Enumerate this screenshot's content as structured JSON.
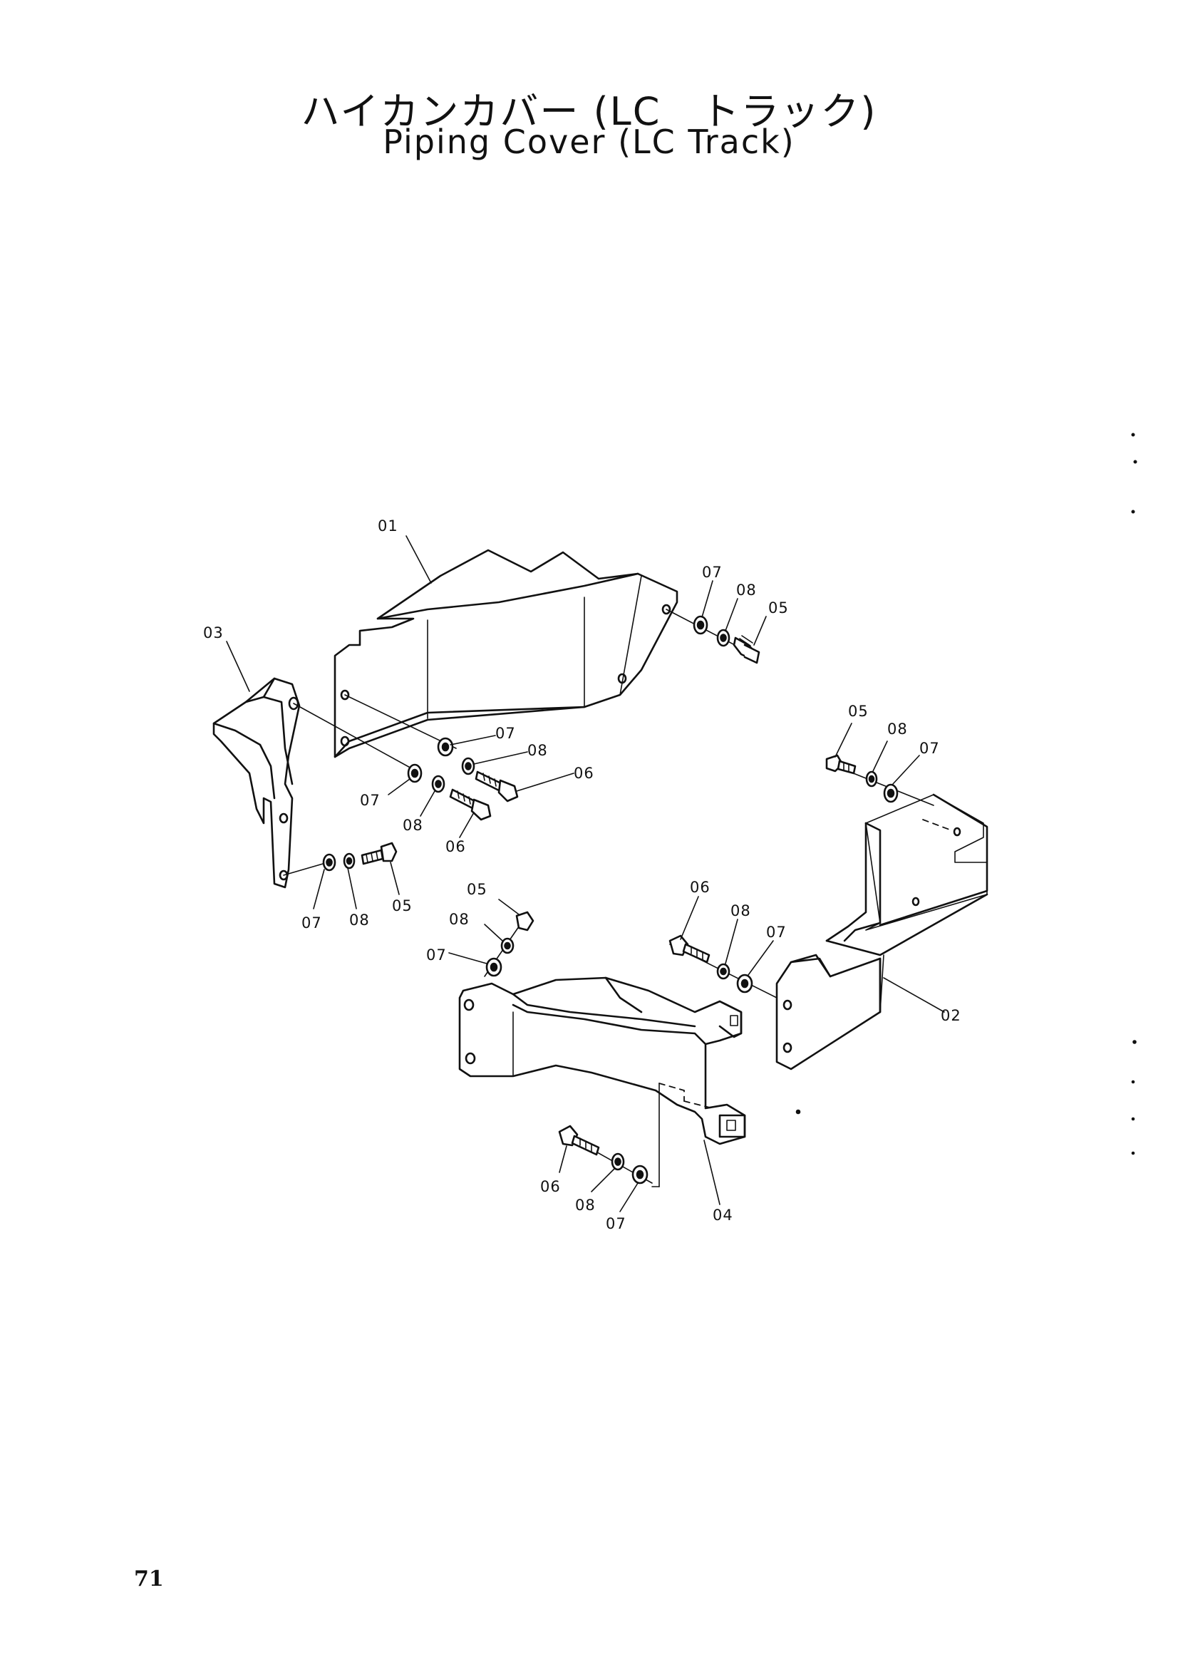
{
  "title": {
    "japanese": "ハイカンカバー (LC　トラック)",
    "english": "Piping Cover (LC  Track)"
  },
  "page_number": "71",
  "callouts": {
    "part_01": "01",
    "part_02": "02",
    "part_03": "03",
    "part_04": "04",
    "a07": "07",
    "a08": "08",
    "a05": "05",
    "b07": "07",
    "b08": "08",
    "b06": "06",
    "c07": "07",
    "c08": "08",
    "c06": "06",
    "d07": "07",
    "d08": "08",
    "d05": "05",
    "e05": "05",
    "e08": "08",
    "e07": "07",
    "f05": "05",
    "f08": "08",
    "f07": "07",
    "g06": "06",
    "g08": "08",
    "g07": "07",
    "h06": "06",
    "h08": "08",
    "h07": "07"
  }
}
